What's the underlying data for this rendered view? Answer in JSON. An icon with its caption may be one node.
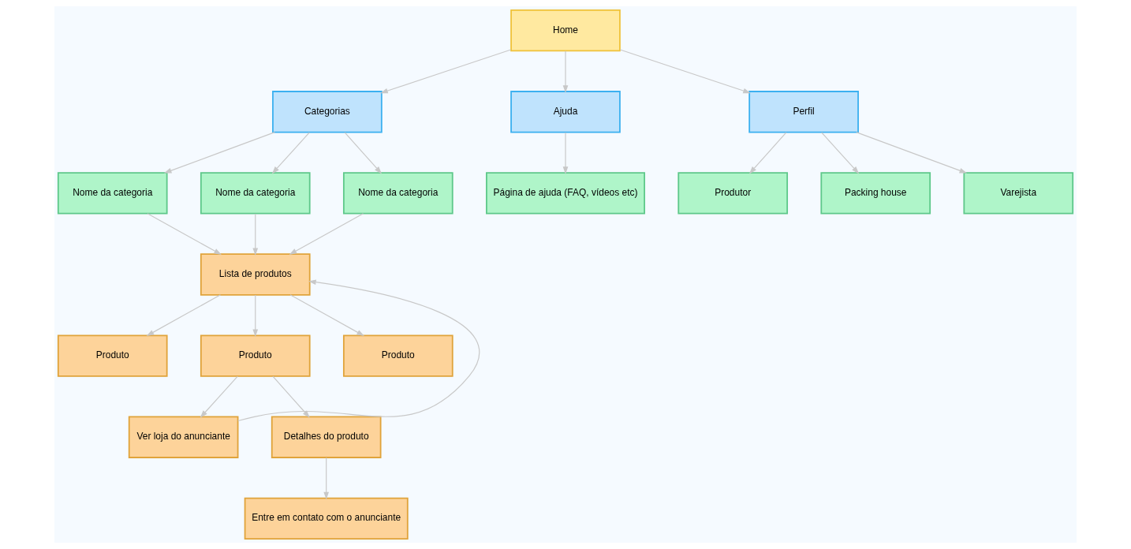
{
  "diagram": {
    "nodes": [
      {
        "text": [
          "Home"
        ]
      },
      {
        "text": [
          "Categorias"
        ]
      },
      {
        "text": [
          "Ajuda"
        ]
      },
      {
        "text": [
          "Perfil"
        ]
      },
      {
        "text": [
          "Nome da categoria"
        ]
      },
      {
        "text": [
          "Nome da categoria"
        ]
      },
      {
        "text": [
          "Nome da categoria"
        ]
      },
      {
        "text": [
          "Página de ajuda (FAQ, vídeos etc)"
        ]
      },
      {
        "text": [
          "Produtor"
        ]
      },
      {
        "text": [
          "Packing house"
        ]
      },
      {
        "text": [
          "Varejista"
        ]
      },
      {
        "text": [
          "Lista de produtos"
        ]
      },
      {
        "text": [
          "Produto"
        ]
      },
      {
        "text": [
          "Produto"
        ]
      },
      {
        "text": [
          "Produto"
        ]
      },
      {
        "text": [
          "Ver loja do anunciante"
        ]
      },
      {
        "text": [
          "Detalhes do produto"
        ]
      },
      {
        "text": [
          "Entre em contato com o anunciante"
        ]
      }
    ],
    "edges": [
      {
        "from": 0,
        "to": 1,
        "arrow": "to"
      },
      {
        "from": 0,
        "to": 2,
        "arrow": "to"
      },
      {
        "from": 0,
        "to": 3,
        "arrow": "to"
      },
      {
        "from": 1,
        "to": 4,
        "arrow": "to"
      },
      {
        "from": 1,
        "to": 5,
        "arrow": "to"
      },
      {
        "from": 1,
        "to": 6,
        "arrow": "to"
      },
      {
        "from": 2,
        "to": 7,
        "arrow": "to"
      },
      {
        "from": 3,
        "to": 8,
        "arrow": "to"
      },
      {
        "from": 3,
        "to": 9,
        "arrow": "to"
      },
      {
        "from": 3,
        "to": 10,
        "arrow": "to"
      },
      {
        "from": 4,
        "to": 11,
        "arrow": "to"
      },
      {
        "from": 5,
        "to": 11,
        "arrow": "to"
      },
      {
        "from": 6,
        "to": 11,
        "arrow": "to"
      },
      {
        "from": 11,
        "to": 12,
        "arrow": "to"
      },
      {
        "from": 11,
        "to": 13,
        "arrow": "to"
      },
      {
        "from": 11,
        "to": 14,
        "arrow": "to"
      },
      {
        "from": 13,
        "to": 15,
        "arrow": "to"
      },
      {
        "from": 13,
        "to": 16,
        "arrow": "to"
      },
      {
        "from": 15,
        "to": 11,
        "arrow": "to"
      },
      {
        "from": 16,
        "to": 17,
        "arrow": "to"
      }
    ]
  }
}
